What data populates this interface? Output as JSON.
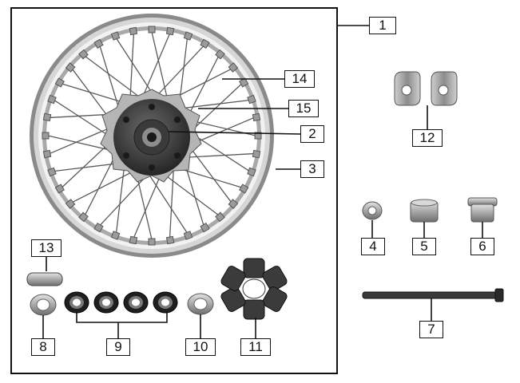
{
  "callouts": {
    "c1": "1",
    "c2": "2",
    "c3": "3",
    "c4": "4",
    "c5": "5",
    "c6": "6",
    "c7": "7",
    "c8": "8",
    "c9": "9",
    "c10": "10",
    "c11": "11",
    "c12": "12",
    "c13": "13",
    "c14": "14",
    "c15": "15"
  },
  "colors": {
    "line": "#111111",
    "rim": "#b8b8b8",
    "hub": "#2f2f2f",
    "metal": "#9a9a9a"
  }
}
